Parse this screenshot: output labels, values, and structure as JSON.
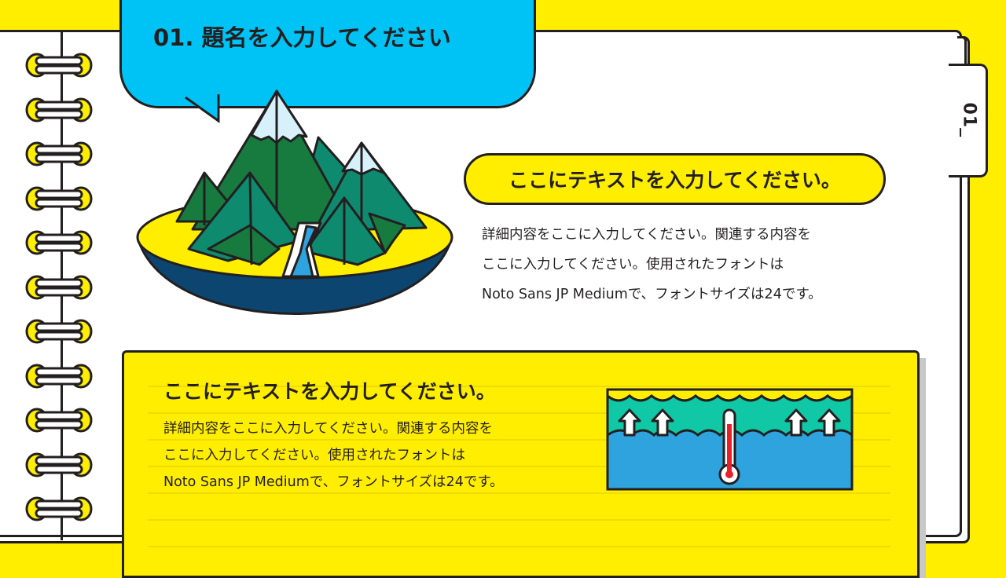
{
  "slide": {
    "title": "01. 題名を入力してください",
    "tab_label": "01_"
  },
  "top_section": {
    "heading": "ここにテキストを入力してください。",
    "description": "詳細内容をここに入力してください。関連する内容を\nここに入力してください。使用されたフォントは\nNoto Sans JP Mediumで、フォントサイズは24です。",
    "illustration": "mountain-island-icon"
  },
  "bottom_section": {
    "heading": "ここにテキストを入力してください。",
    "description": "詳細内容をここに入力してください。関連する内容を\nここに入力してください。使用されたフォントは\nNoto Sans JP Mediumで、フォントサイズは24です。",
    "illustration": "rising-sea-temperature-icon"
  },
  "colors": {
    "background": "#FFEE00",
    "bubble": "#00C3F5",
    "outline": "#231F20",
    "mountain_dark": "#177A3F",
    "mountain_teal": "#0E8A6E",
    "bowl": "#0C4670",
    "river": "#2EA3DD",
    "sea_top": "#10C8A6",
    "sea": "#2EA3DD",
    "thermometer": "#E8202A"
  },
  "rings": {
    "count": 11
  }
}
